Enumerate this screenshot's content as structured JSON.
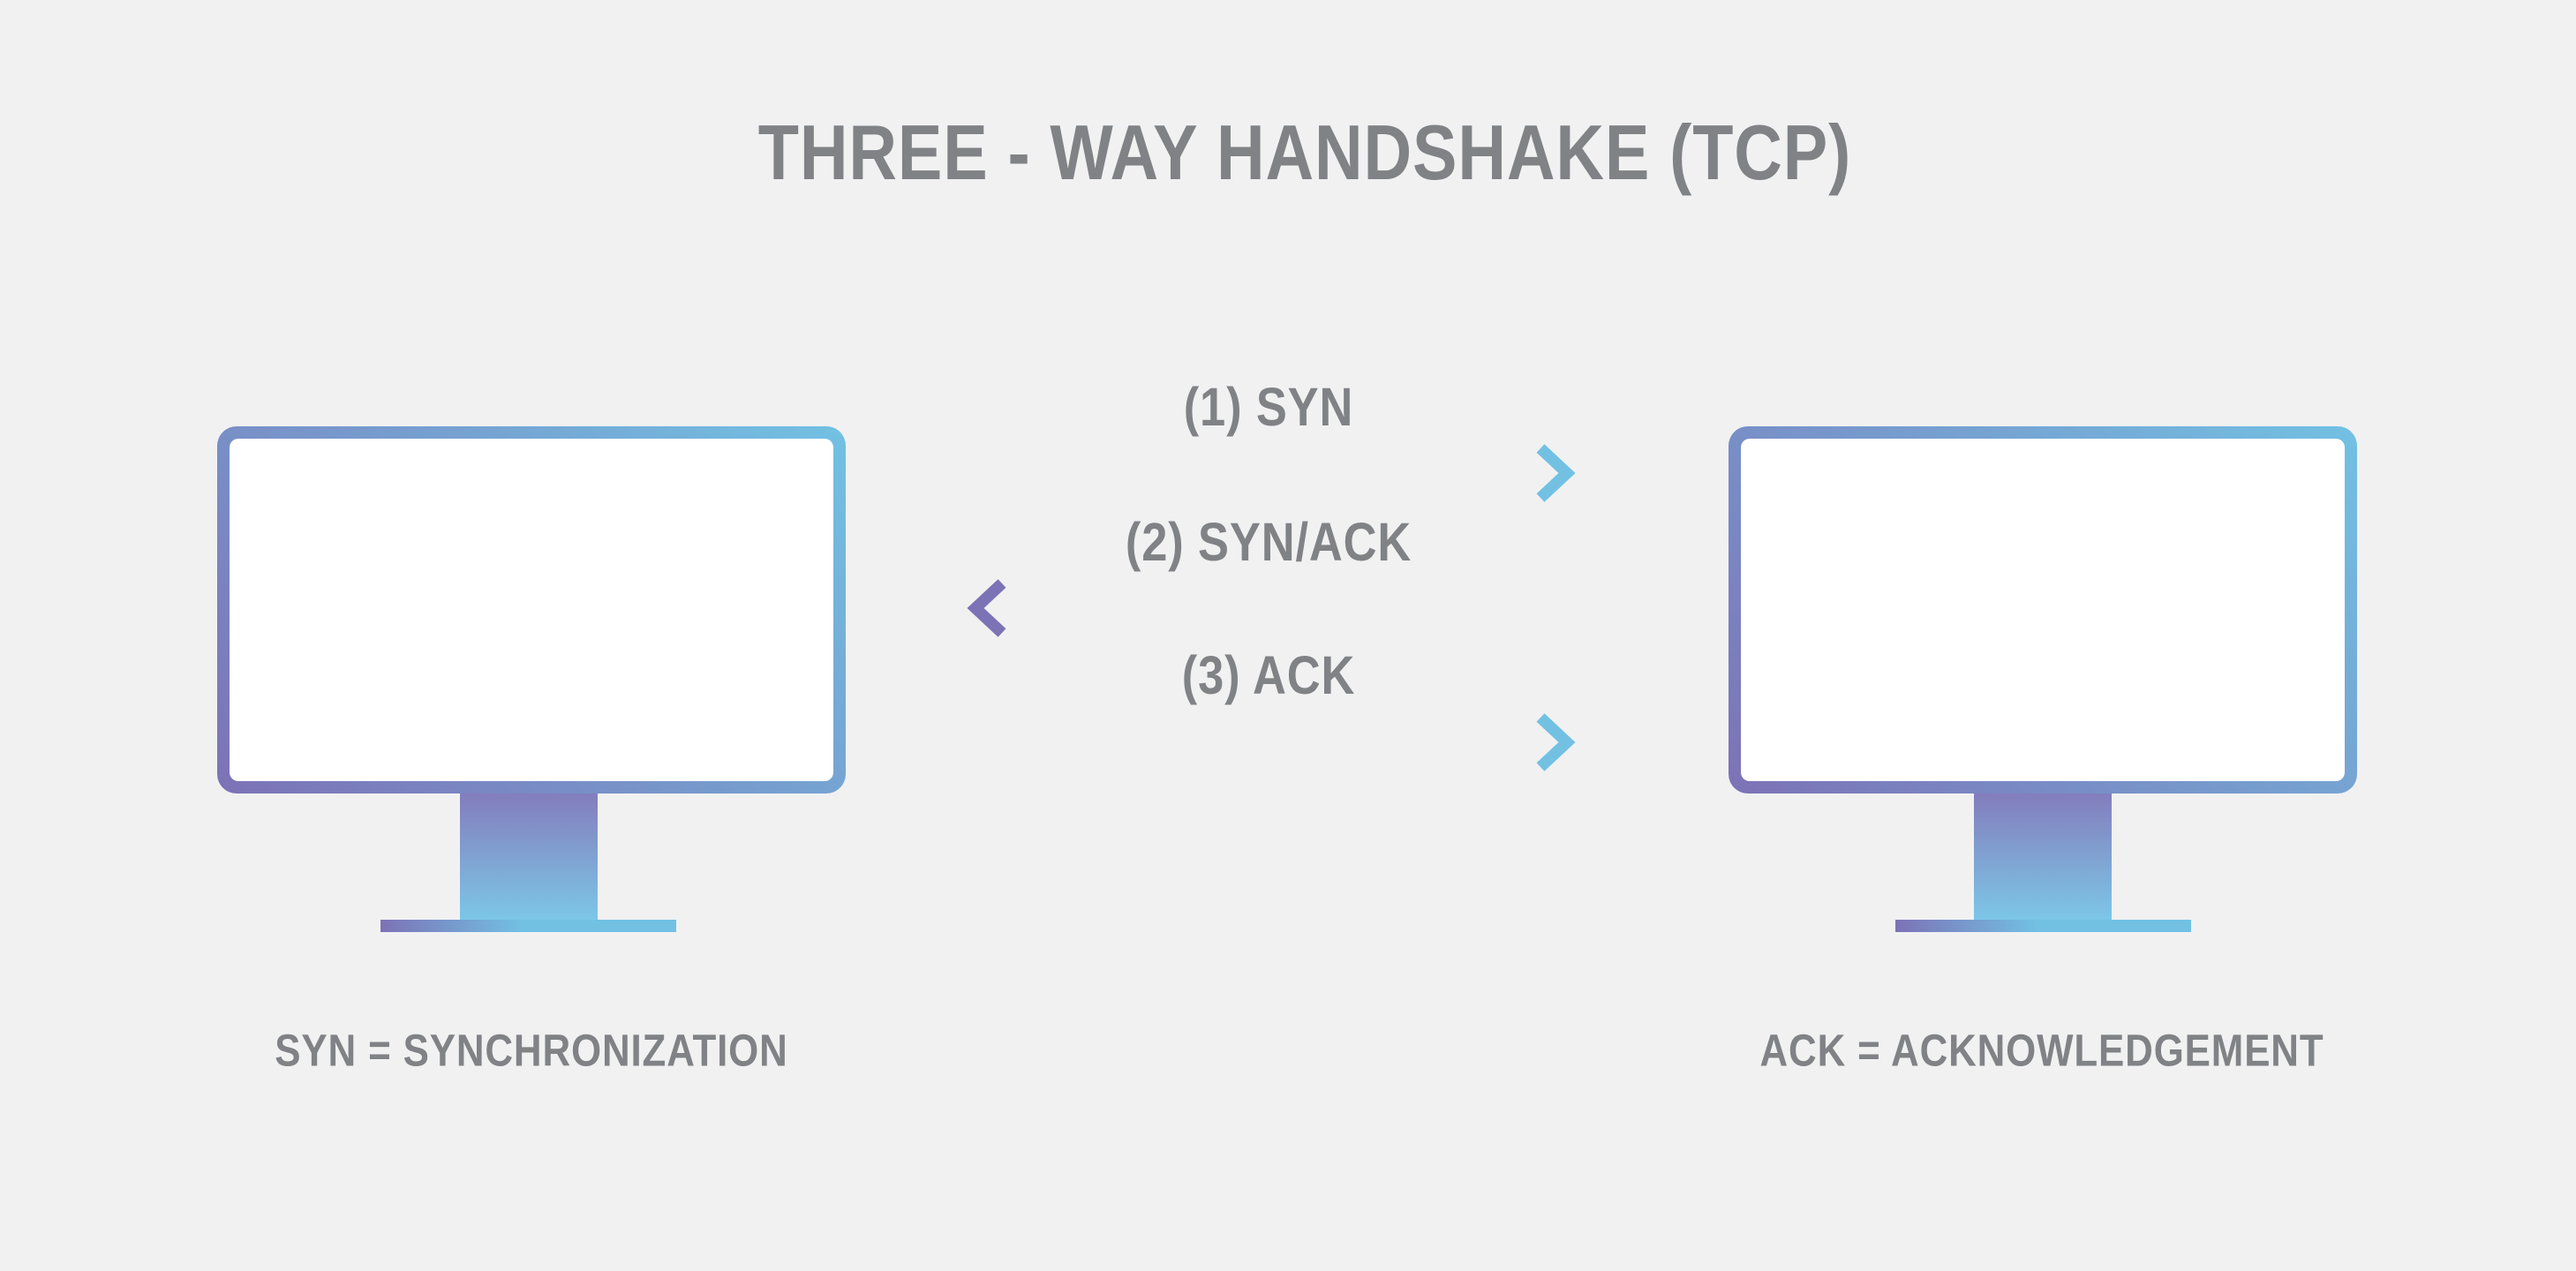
{
  "title": "THREE - WAY HANDSHAKE (TCP)",
  "steps": [
    {
      "order": "1",
      "label": "(1) SYN",
      "direction": "right"
    },
    {
      "order": "2",
      "label": "(2) SYN/ACK",
      "direction": "left"
    },
    {
      "order": "3",
      "label": "(3) ACK",
      "direction": "right"
    }
  ],
  "legend": {
    "syn": "SYN = SYNCHRONIZATION",
    "ack": "ACK = ACKNOWLEDGEMENT"
  },
  "colors": {
    "background": "#f1f1f2",
    "text": "#808285",
    "gradient_purple": "#7c72b6",
    "gradient_blue": "#72c1e3"
  }
}
